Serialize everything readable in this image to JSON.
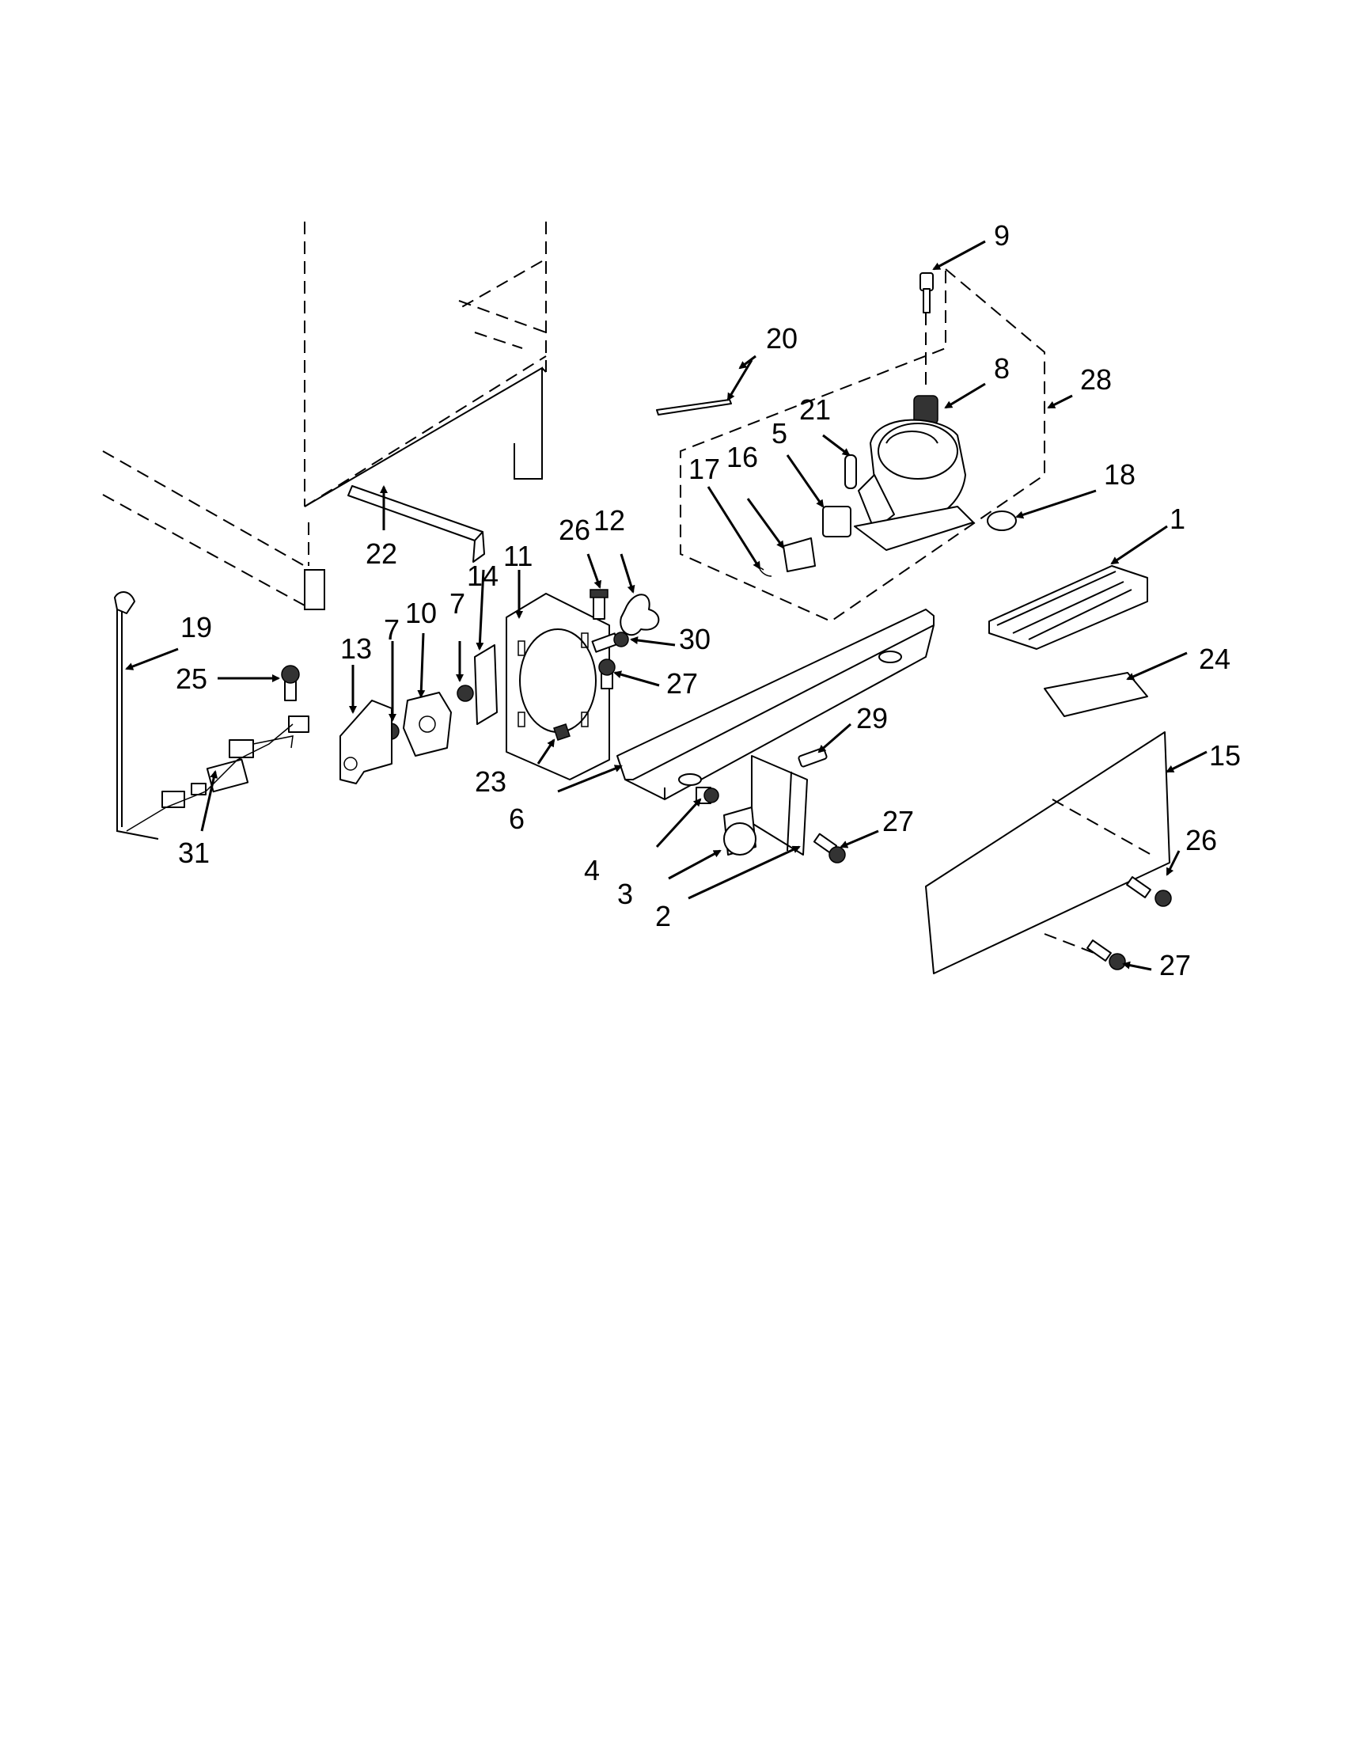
{
  "callouts": {
    "c1": "1",
    "c2": "2",
    "c3": "3",
    "c4": "4",
    "c5": "5",
    "c6": "6",
    "c7a": "7",
    "c7b": "7",
    "c8": "8",
    "c9": "9",
    "c10": "10",
    "c11": "11",
    "c12": "12",
    "c13": "13",
    "c14": "14",
    "c15": "15",
    "c16": "16",
    "c17": "17",
    "c18": "18",
    "c19": "19",
    "c20": "20",
    "c21": "21",
    "c22": "22",
    "c23": "23",
    "c24": "24",
    "c25": "25",
    "c26a": "26",
    "c26b": "26",
    "c27a": "27",
    "c27b": "27",
    "c27c": "27",
    "c28": "28",
    "c29": "29",
    "c30": "30",
    "c31": "31"
  }
}
